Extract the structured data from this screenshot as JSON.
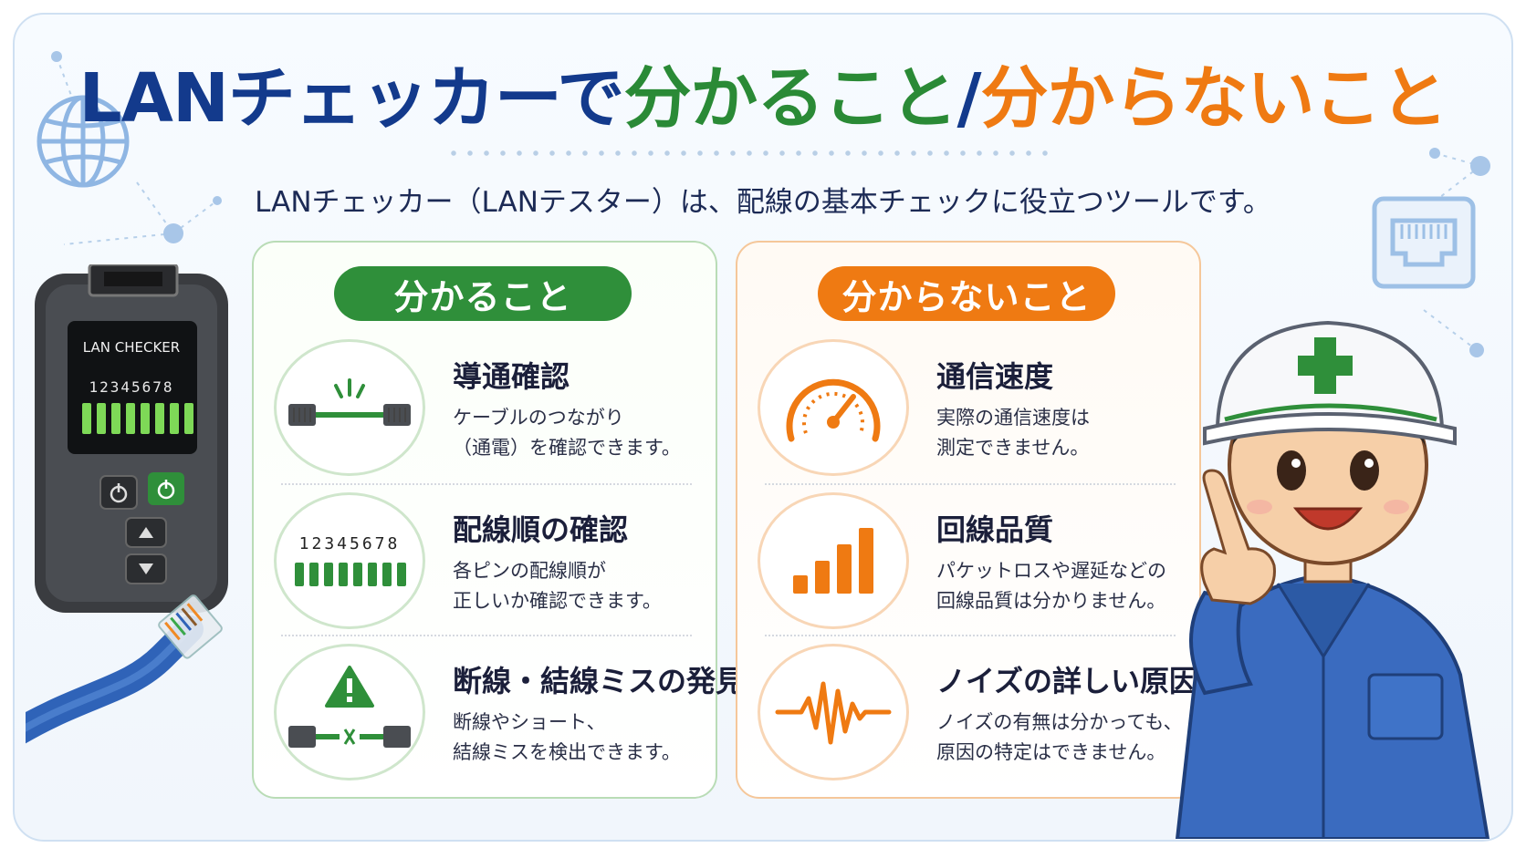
{
  "title": {
    "part1": "LANチェッカーで",
    "part2": "分かること",
    "slash": "/",
    "part3": "分からないこと"
  },
  "subtitle": "LANチェッカー（LANテスター）は、配線の基本チェックに役立つツールです。",
  "device": {
    "label": "LAN CHECKER",
    "pins": "12345678"
  },
  "known": {
    "header": "分かること",
    "items": [
      {
        "title": "導通確認",
        "desc1": "ケーブルのつながり",
        "desc2": "（通電）を確認できます。"
      },
      {
        "title": "配線順の確認",
        "desc1": "各ピンの配線順が",
        "desc2": "正しいか確認できます。",
        "pins": "12345678"
      },
      {
        "title": "断線・結線ミスの発見",
        "desc1": "断線やショート、",
        "desc2": "結線ミスを検出できます。"
      }
    ]
  },
  "unknown": {
    "header": "分からないこと",
    "items": [
      {
        "title": "通信速度",
        "desc1": "実際の通信速度は",
        "desc2": "測定できません。"
      },
      {
        "title": "回線品質",
        "desc1": "パケットロスや遅延などの",
        "desc2": "回線品質は分かりません。"
      },
      {
        "title": "ノイズの詳しい原因",
        "desc1": "ノイズの有無は分かっても、",
        "desc2": "原因の特定はできません。"
      }
    ]
  },
  "colors": {
    "navy": "#133a8c",
    "green": "#2f8f3a",
    "orange": "#ef7a12",
    "led_green": "#7ed957"
  },
  "icons": [
    "globe-icon",
    "cable-icon",
    "pin-led-icon",
    "warning-icon",
    "speedometer-icon",
    "signal-bars-icon",
    "noise-wave-icon",
    "ethernet-port-icon"
  ]
}
